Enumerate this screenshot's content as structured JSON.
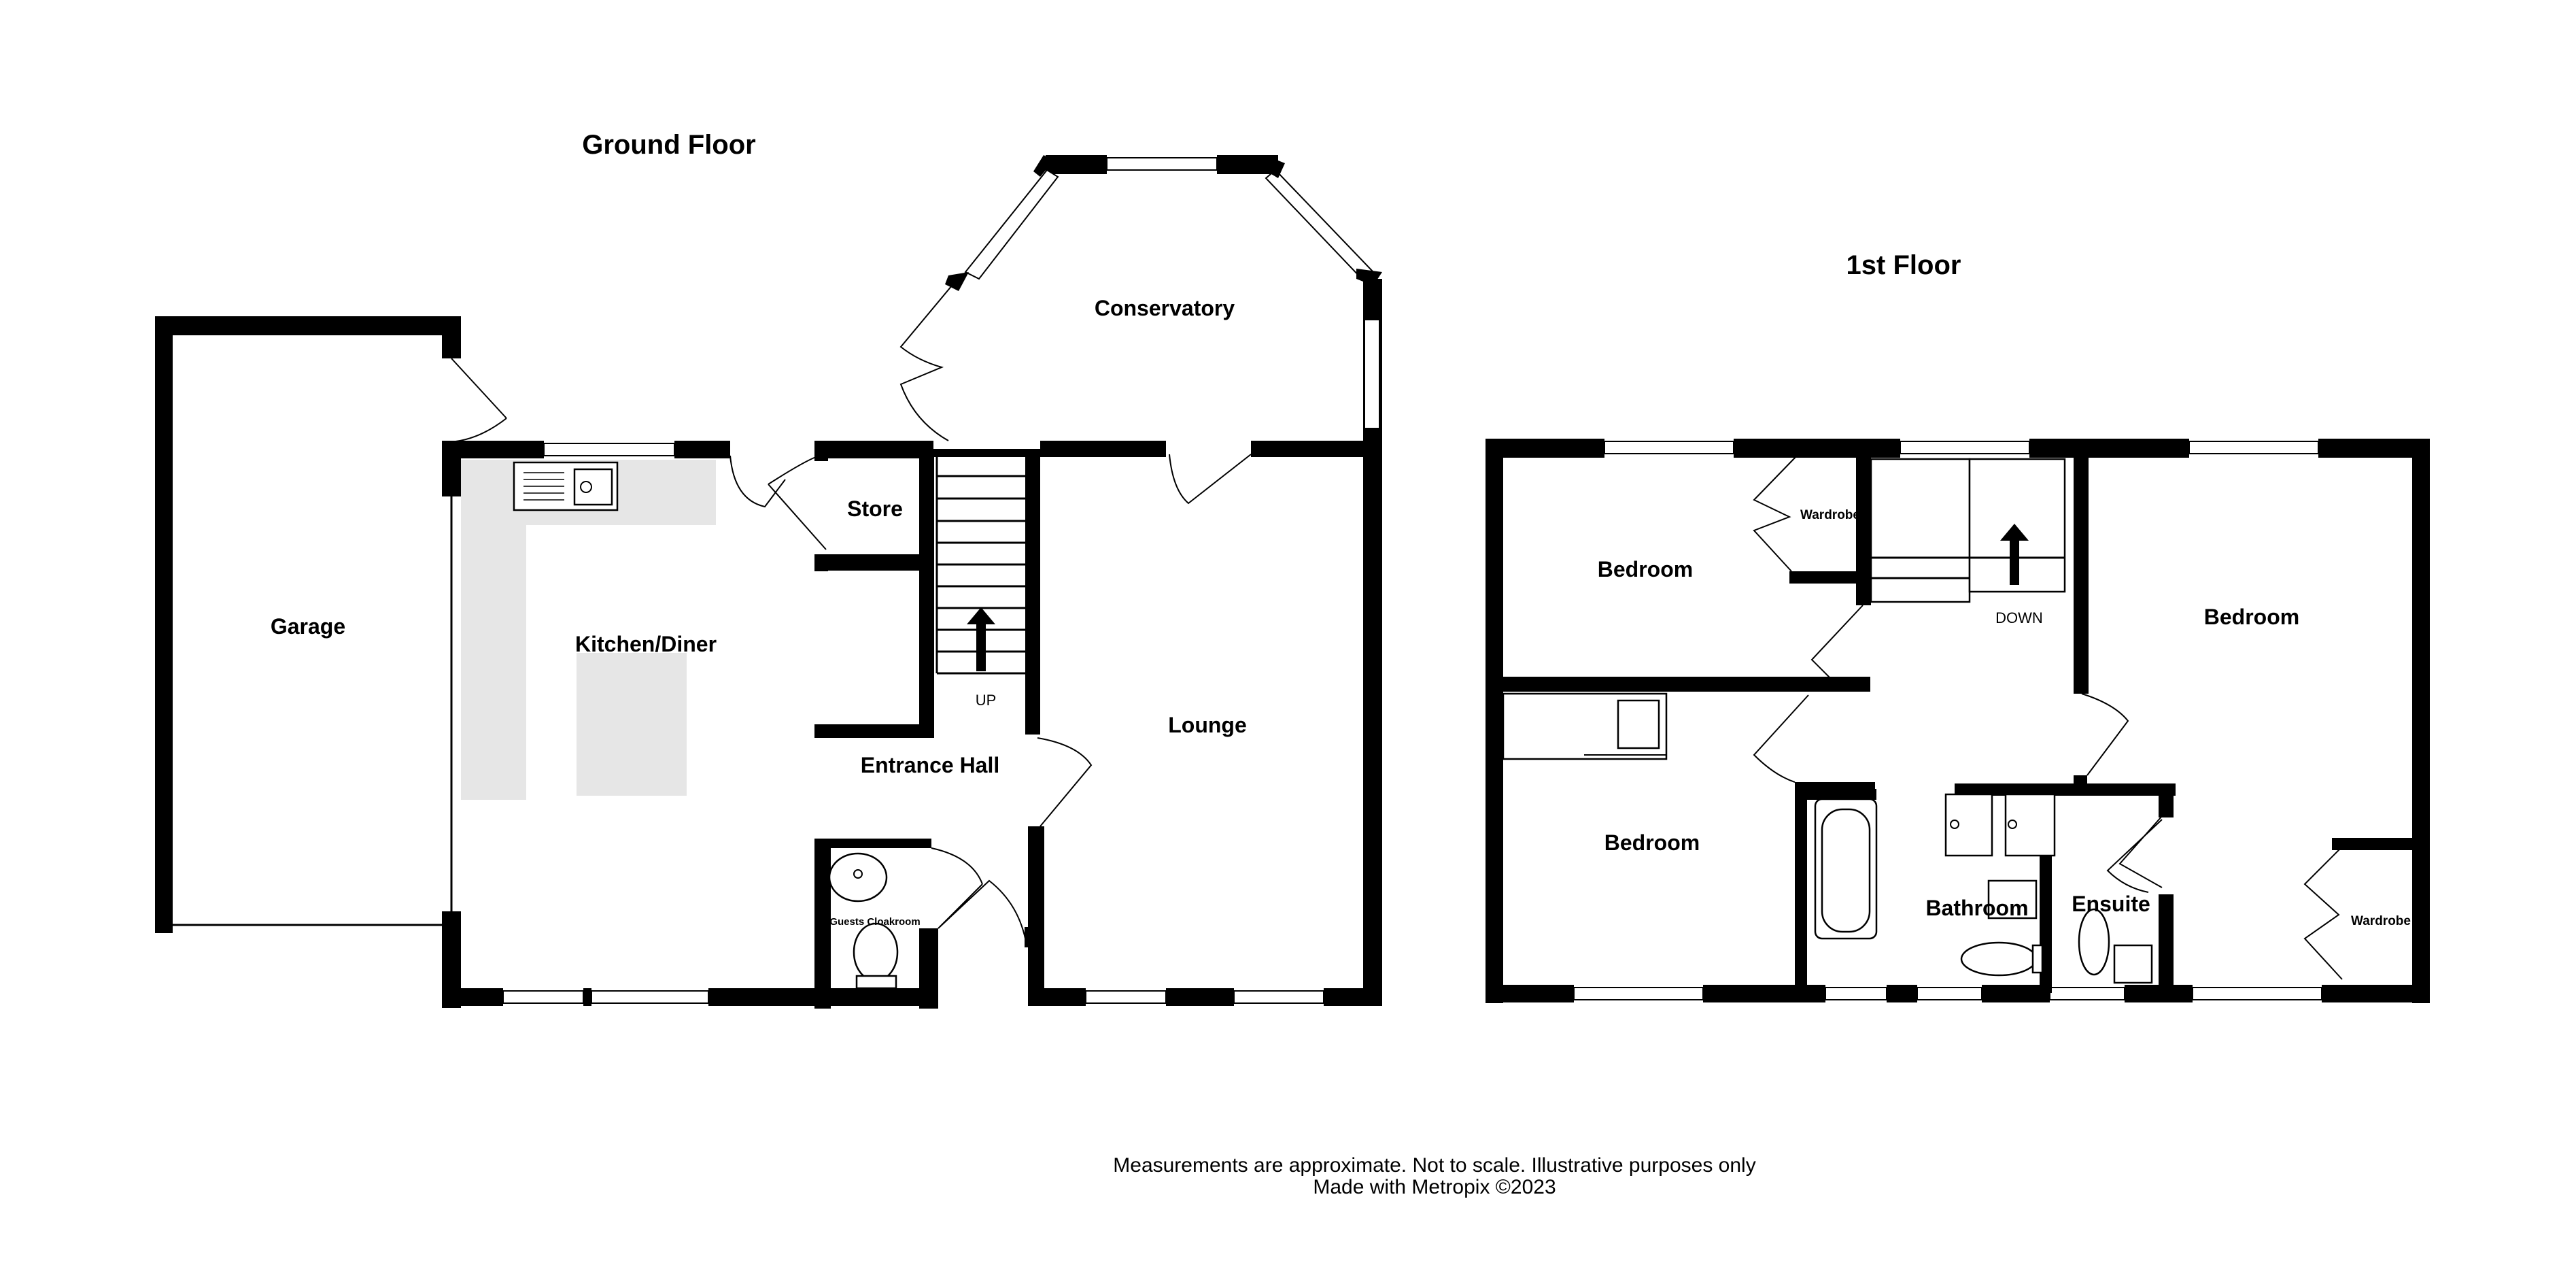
{
  "titles": {
    "ground": "Ground Floor",
    "first": "1st Floor"
  },
  "ground_floor": {
    "garage": "Garage",
    "kitchen": "Kitchen/Diner",
    "store": "Store",
    "conservatory": "Conservatory",
    "lounge": "Lounge",
    "entrance_hall": "Entrance Hall",
    "cloakroom": "Guests Cloakroom",
    "stairs_up": "UP"
  },
  "first_floor": {
    "bedroom_1": "Bedroom",
    "bedroom_2": "Bedroom",
    "bedroom_3": "Bedroom",
    "bathroom": "Bathroom",
    "ensuite": "Ensuite",
    "wardrobe_1": "Wardrobe",
    "wardrobe_2": "Wardrobe",
    "stairs_down": "DOWN"
  },
  "footer": {
    "line1": "Measurements are approximate.  Not to scale.  Illustrative purposes only",
    "line2": "Made with Metropix ©2023"
  }
}
